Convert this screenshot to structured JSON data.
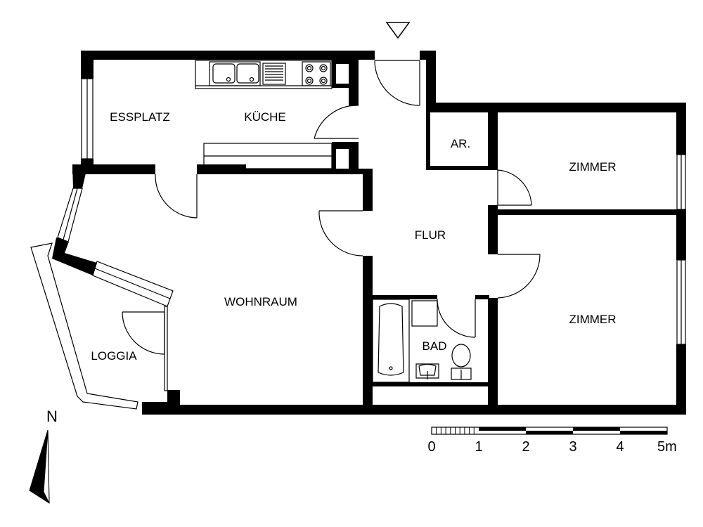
{
  "rooms": {
    "essplatz": "ESSPLATZ",
    "kueche": "KÜCHE",
    "ar": "AR.",
    "zimmer_1": "ZIMMER",
    "flur": "FLUR",
    "wohnraum": "WOHNRAUM",
    "zimmer_2": "ZIMMER",
    "bad": "BAD",
    "loggia": "LOGGIA"
  },
  "north": {
    "label": "N"
  },
  "scale_bar": {
    "labels": [
      "0",
      "1",
      "2",
      "3",
      "4",
      "5m"
    ]
  }
}
